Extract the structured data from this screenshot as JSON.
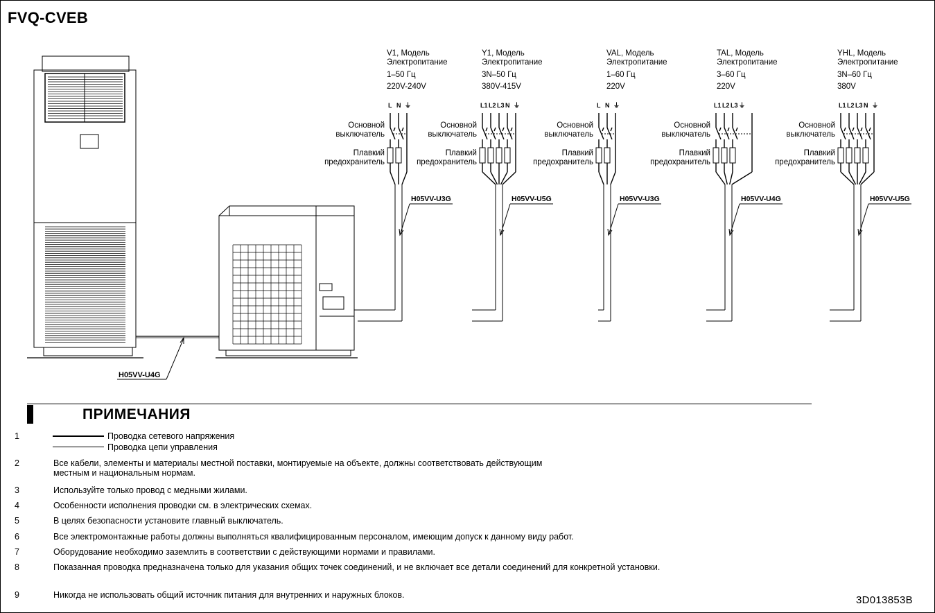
{
  "title": "FVQ-CVEB",
  "indoor_cable": "H05VV-U4G",
  "panels": [
    {
      "model": "V1, Модель",
      "power": "Электропитание",
      "freq": "1–50 Гц",
      "volt": "220V-240V",
      "terms": [
        "L",
        "N",
        "⏚"
      ],
      "poles": 2,
      "cable": "H05VV-U3G"
    },
    {
      "model": "Y1, Модель",
      "power": "Электропитание",
      "freq": "3N–50 Гц",
      "volt": "380V-415V",
      "terms": [
        "L1",
        "L2",
        "L3",
        "N",
        "⏚"
      ],
      "poles": 4,
      "cable": "H05VV-U5G"
    },
    {
      "model": "VAL, Модель",
      "power": "Электропитание",
      "freq": "1–60 Гц",
      "volt": "220V",
      "terms": [
        "L",
        "N",
        "⏚"
      ],
      "poles": 2,
      "cable": "H05VV-U3G"
    },
    {
      "model": "TAL, Модель",
      "power": "Электропитание",
      "freq": "3–60 Гц",
      "volt": "220V",
      "terms": [
        "L1",
        "L2",
        "L3",
        "⏚"
      ],
      "poles": 3,
      "cable": "H05VV-U4G"
    },
    {
      "model": "YHL, Модель",
      "power": "Электропитание",
      "freq": "3N–60 Гц",
      "volt": "380V",
      "terms": [
        "L1",
        "L2",
        "L3",
        "N",
        "⏚"
      ],
      "poles": 4,
      "cable": "H05VV-U5G"
    }
  ],
  "switch_label": [
    "Основной",
    "выключатель"
  ],
  "fuse_label": [
    "Плавкий",
    "предохранитель"
  ],
  "notes": {
    "heading": "ПРИМЕЧАНИЯ",
    "legend_main": "Проводка сетевого напряжения",
    "legend_control": "Проводка цепи управления",
    "items": [
      {
        "num": "1",
        "text": ""
      },
      {
        "num": "2",
        "text": "Все кабели, элементы и материалы местной поставки, монтируемые на объекте, должны соответствовать действующим местным и национальным нормам."
      },
      {
        "num": "3",
        "text": "Используйте только провод с медными жилами."
      },
      {
        "num": "4",
        "text": "Особенности исполнения проводки см. в электрических схемах."
      },
      {
        "num": "5",
        "text": "В целях безопасности установите главный выключатель."
      },
      {
        "num": "6",
        "text": "Все электромонтажные работы должны выполняться квалифицированным персоналом, имеющим допуск к данному виду работ."
      },
      {
        "num": "7",
        "text": "Оборудование необходимо заземлить в соответствии с действующими нормами и правилами."
      },
      {
        "num": "8",
        "text": "Показанная проводка предназначена только для указания общих точек соединений, и не включает все детали соединений для конкретной установки."
      },
      {
        "num": "9",
        "text": "Никогда не использовать общий источник питания для внутренних и наружных блоков."
      }
    ]
  },
  "doc_number": "3D013853B"
}
